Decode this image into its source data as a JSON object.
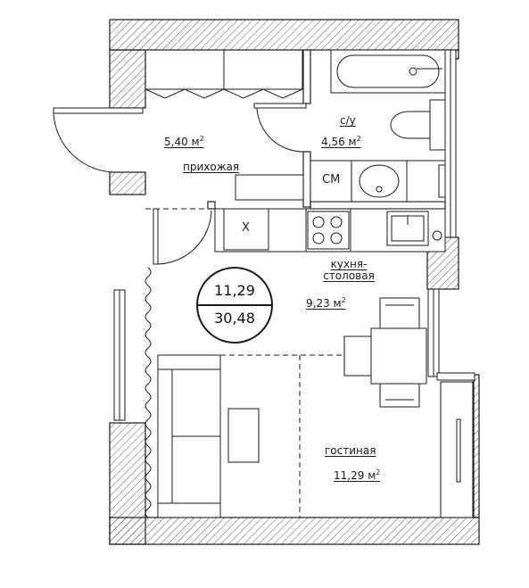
{
  "rooms": {
    "hallway": {
      "name": "прихожая",
      "area": "5,40",
      "unit": "м",
      "power": "2"
    },
    "bathroom": {
      "name": "с/у",
      "area": "4,56",
      "unit": "м",
      "power": "2"
    },
    "kitchen": {
      "name_line1": "кухня-",
      "name_line2": "столовая",
      "area": "9,23",
      "unit": "м",
      "power": "2"
    },
    "living": {
      "name": "гостиная",
      "area": "11,29",
      "unit": "м",
      "power": "2"
    }
  },
  "summary": {
    "living_area": "11,29",
    "total_area": "30,48"
  },
  "fixtures": {
    "washer": "СМ",
    "fridge": "Х"
  },
  "colors": {
    "line": "#1a1a1a",
    "hatch": "#555555",
    "paper": "#ffffff"
  }
}
